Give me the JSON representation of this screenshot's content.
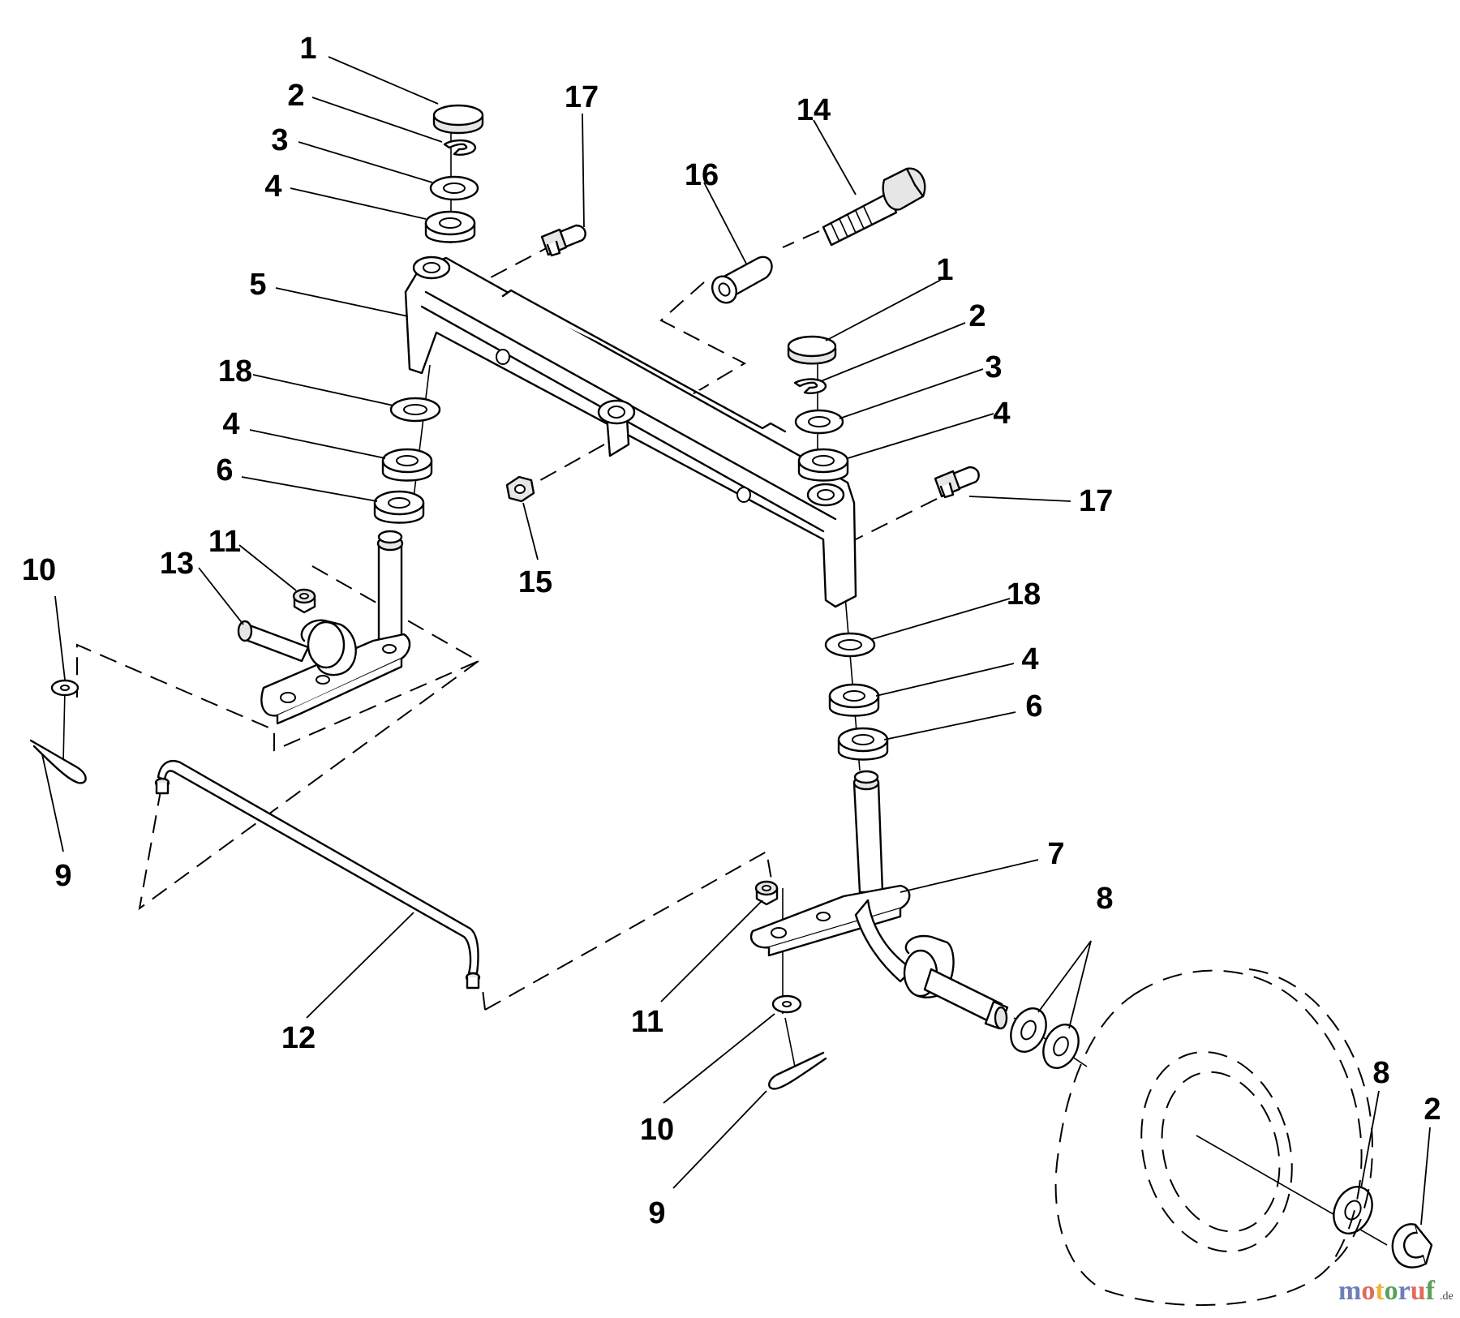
{
  "callouts": [
    {
      "id": "c1a",
      "label": "1"
    },
    {
      "id": "c2a",
      "label": "2"
    },
    {
      "id": "c3a",
      "label": "3"
    },
    {
      "id": "c4a",
      "label": "4"
    },
    {
      "id": "c5",
      "label": "5"
    },
    {
      "id": "c17a",
      "label": "17"
    },
    {
      "id": "c14",
      "label": "14"
    },
    {
      "id": "c16",
      "label": "16"
    },
    {
      "id": "c1b",
      "label": "1"
    },
    {
      "id": "c2b",
      "label": "2"
    },
    {
      "id": "c3b",
      "label": "3"
    },
    {
      "id": "c4b",
      "label": "4"
    },
    {
      "id": "c17b",
      "label": "17"
    },
    {
      "id": "c18a",
      "label": "18"
    },
    {
      "id": "c4c",
      "label": "4"
    },
    {
      "id": "c6a",
      "label": "6"
    },
    {
      "id": "c15",
      "label": "15"
    },
    {
      "id": "c10a",
      "label": "10"
    },
    {
      "id": "c13",
      "label": "13"
    },
    {
      "id": "c11a",
      "label": "11"
    },
    {
      "id": "c9a",
      "label": "9"
    },
    {
      "id": "c18b",
      "label": "18"
    },
    {
      "id": "c4d",
      "label": "4"
    },
    {
      "id": "c6b",
      "label": "6"
    },
    {
      "id": "c7",
      "label": "7"
    },
    {
      "id": "c8a",
      "label": "8"
    },
    {
      "id": "c12",
      "label": "12"
    },
    {
      "id": "c11b",
      "label": "11"
    },
    {
      "id": "c10b",
      "label": "10"
    },
    {
      "id": "c9b",
      "label": "9"
    },
    {
      "id": "c8b",
      "label": "8"
    },
    {
      "id": "c2c",
      "label": "2"
    }
  ],
  "watermark": {
    "letters": [
      "m",
      "o",
      "t",
      "o",
      "r",
      "u",
      "f"
    ],
    "letter_colors": [
      "#6d7fb8",
      "#e06b5a",
      "#f2b33d",
      "#5aa05a",
      "#6d7fb8",
      "#e06b5a",
      "#5aa05a"
    ],
    "suffix": ".de"
  }
}
